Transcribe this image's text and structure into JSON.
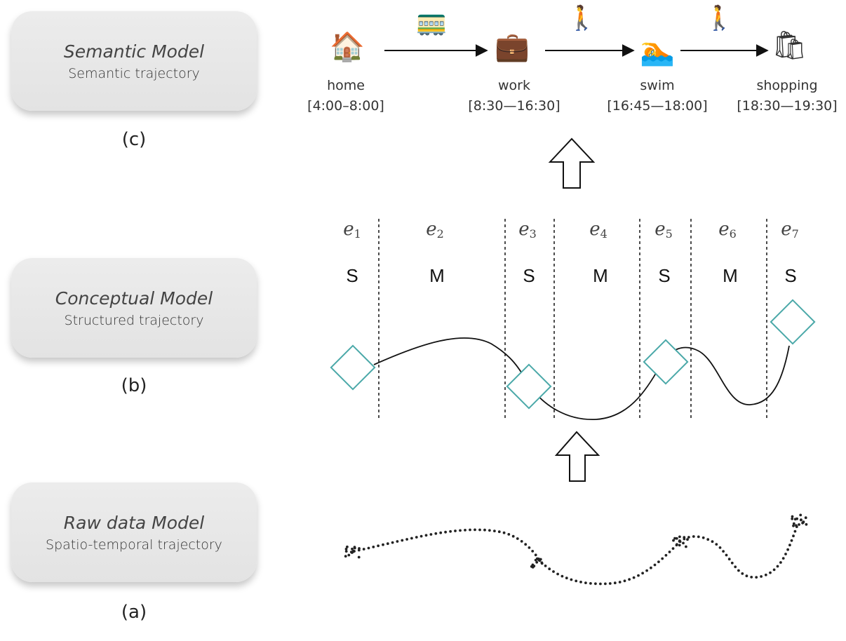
{
  "models": [
    {
      "id": "semantic",
      "title": "Semantic Model",
      "subtitle": "Semantic trajectory",
      "label": "(c)"
    },
    {
      "id": "conceptual",
      "title": "Conceptual Model",
      "subtitle": "Structured trajectory",
      "label": "(b)"
    },
    {
      "id": "raw",
      "title": "Raw data Model",
      "subtitle": "Spatio-temporal trajectory",
      "label": "(a)"
    }
  ],
  "semantic": {
    "places": [
      {
        "name": "home",
        "time": "[4:00–8:00]",
        "icon": "house-icon",
        "glyph": "🏠"
      },
      {
        "name": "work",
        "time": "[8:30—16:30]",
        "icon": "briefcase-icon",
        "glyph": "💼"
      },
      {
        "name": "swim",
        "time": "[16:45—18:00]",
        "icon": "swimmer-icon",
        "glyph": "🏊"
      },
      {
        "name": "shopping",
        "time": "[18:30—19:30]",
        "icon": "shopping-bags-icon",
        "glyph": "🛍"
      }
    ],
    "transports": [
      {
        "icon": "tram-icon",
        "glyph": "🚃"
      },
      {
        "icon": "walking-person-icon",
        "glyph": "🚶"
      },
      {
        "icon": "walking-person-icon",
        "glyph": "🚶"
      }
    ]
  },
  "segments": [
    {
      "letter": "e",
      "index": "1",
      "type": "S"
    },
    {
      "letter": "e",
      "index": "2",
      "type": "M"
    },
    {
      "letter": "e",
      "index": "3",
      "type": "S"
    },
    {
      "letter": "e",
      "index": "4",
      "type": "M"
    },
    {
      "letter": "e",
      "index": "5",
      "type": "S"
    },
    {
      "letter": "e",
      "index": "6",
      "type": "M"
    },
    {
      "letter": "e",
      "index": "7",
      "type": "S"
    }
  ],
  "colors": {
    "stop_marker": "#4aa8a8",
    "line": "#111111",
    "box": "#e8e8e8"
  }
}
